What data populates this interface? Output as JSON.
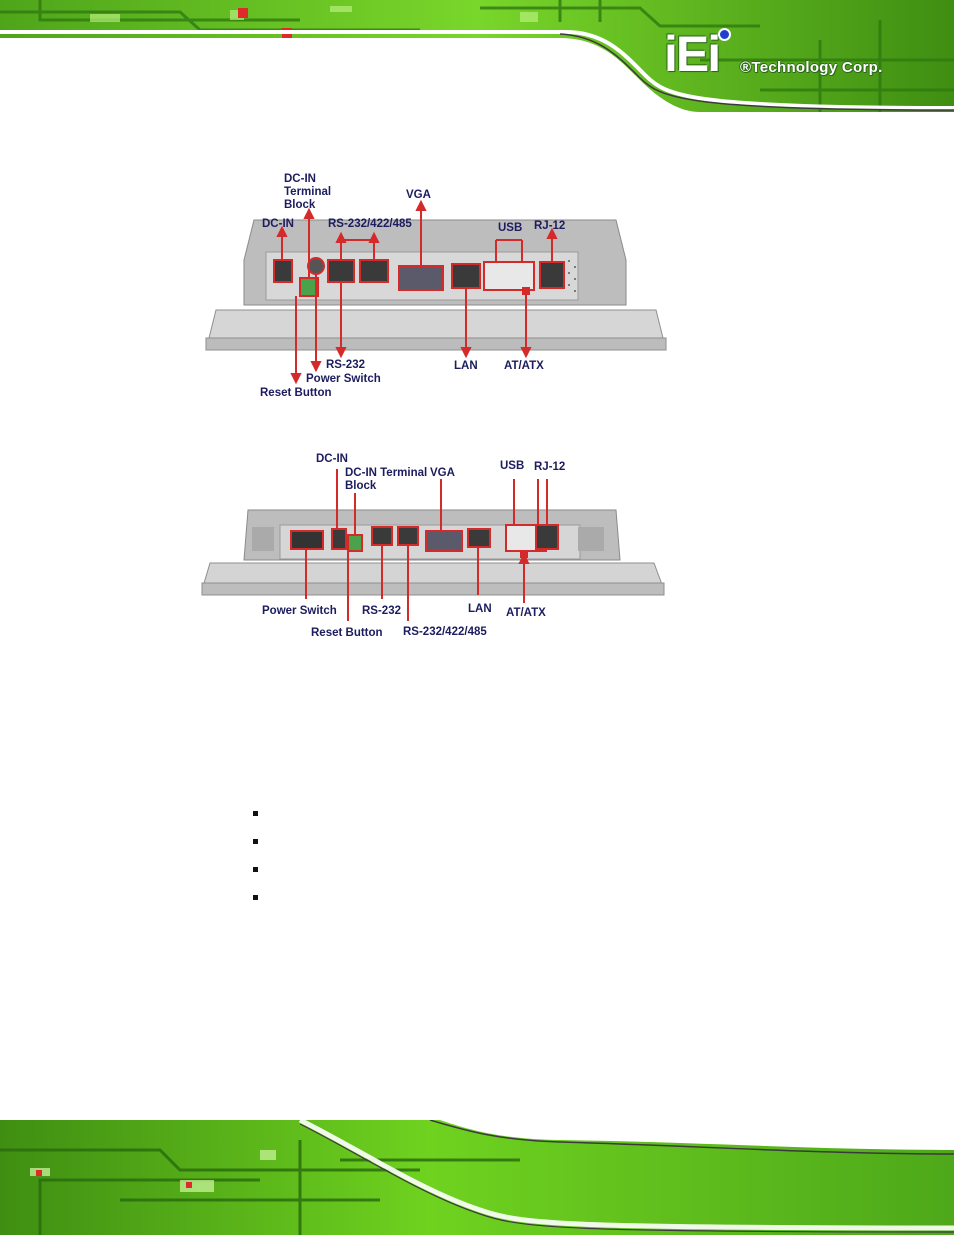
{
  "header": {
    "logo_mark": "iEi",
    "logo_text": "®Technology Corp."
  },
  "figure_top": {
    "labels": {
      "dc_in": "DC-IN",
      "dc_in_terminal_block": "DC-IN Terminal Block",
      "rs232_422_485": "RS-232/422/485",
      "vga": "VGA",
      "usb": "USB",
      "rj12": "RJ-12",
      "rs232": "RS-232",
      "power_switch": "Power Switch",
      "reset_button": "Reset Button",
      "lan": "LAN",
      "at_atx": "AT/ATX"
    }
  },
  "figure_bottom": {
    "labels": {
      "dc_in": "DC-IN",
      "dc_in_terminal_block": "DC-IN Terminal Block",
      "vga": "VGA",
      "usb": "USB",
      "rj12": "RJ-12",
      "power_switch": "Power Switch",
      "rs232": "RS-232",
      "lan": "LAN",
      "at_atx": "AT/ATX",
      "reset_button": "Reset Button",
      "rs232_422_485": "RS-232/422/485"
    }
  },
  "bullets": [
    "",
    "",
    "",
    ""
  ],
  "colors": {
    "banner_green": "#6fd21f",
    "banner_dark": "#1f5a0c",
    "callout_red": "#d42a2a",
    "label_navy": "#1c1c5e",
    "chassis_gray": "#c9c9c9"
  }
}
